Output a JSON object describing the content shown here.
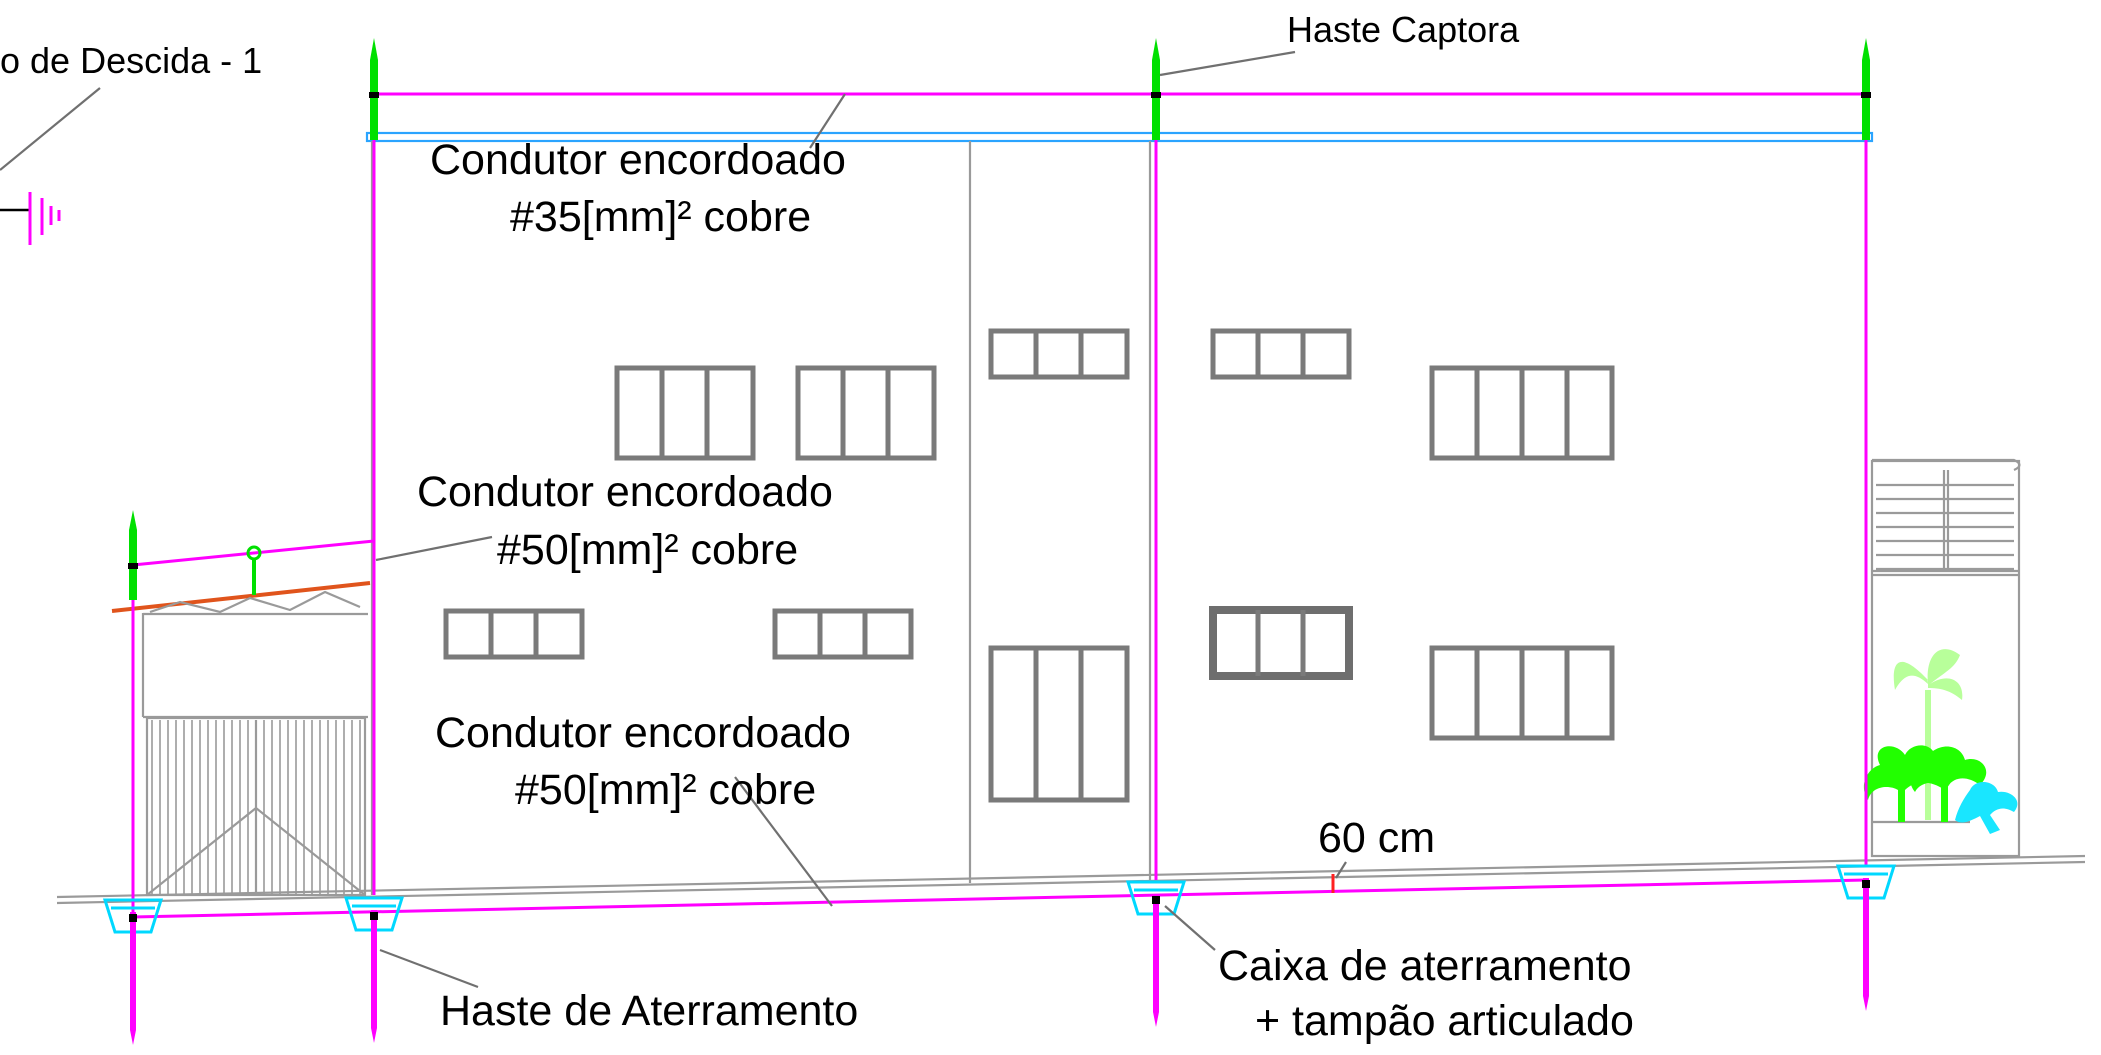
{
  "labels": {
    "descent": "o de Descida - 1",
    "air_terminal": "Haste Captora",
    "conductor_35_l1": "Condutor encordoado",
    "conductor_35_l2": "#35[mm]² cobre",
    "conductor_50_upper_l1": "Condutor encordoado",
    "conductor_50_upper_l2": "#50[mm]² cobre",
    "conductor_50_lower_l1": "Condutor encordoado",
    "conductor_50_lower_l2": "#50[mm]² cobre",
    "depth": "60 cm",
    "ground_box_l1": "Caixa de aterramento",
    "ground_box_l2": "+ tampão articulado",
    "ground_rod": "Haste de Aterramento"
  },
  "colors": {
    "conductor": "#ff00ff",
    "air_terminal": "#00e000",
    "ground_box": "#00d8ff",
    "roof": "#e0541c",
    "building_line": "#9a9a9a",
    "window": "#7a7a7a",
    "palm_light": "#b8ff9a",
    "palm_green": "#22ff00",
    "palm_cyan": "#19e6ff"
  },
  "icons": [
    "air-terminal-rod-icon",
    "ground-symbol-icon",
    "grounding-box-icon",
    "grounding-rod-icon",
    "palm-tree-icon"
  ]
}
